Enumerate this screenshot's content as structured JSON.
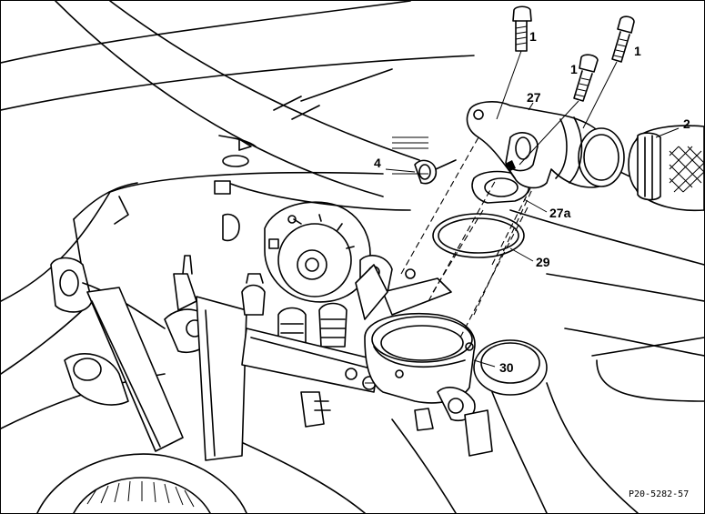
{
  "figure_code": "P20-5282-57",
  "callouts": [
    {
      "id": "c1a",
      "label": "1"
    },
    {
      "id": "c1b",
      "label": "1"
    },
    {
      "id": "c1c",
      "label": "1"
    },
    {
      "id": "c2",
      "label": "2"
    },
    {
      "id": "c4",
      "label": "4"
    },
    {
      "id": "c27",
      "label": "27"
    },
    {
      "id": "c27a",
      "label": "27a"
    },
    {
      "id": "c29",
      "label": "29"
    },
    {
      "id": "c30",
      "label": "30"
    }
  ],
  "colors": {
    "line": "#000000",
    "background": "#ffffff"
  }
}
